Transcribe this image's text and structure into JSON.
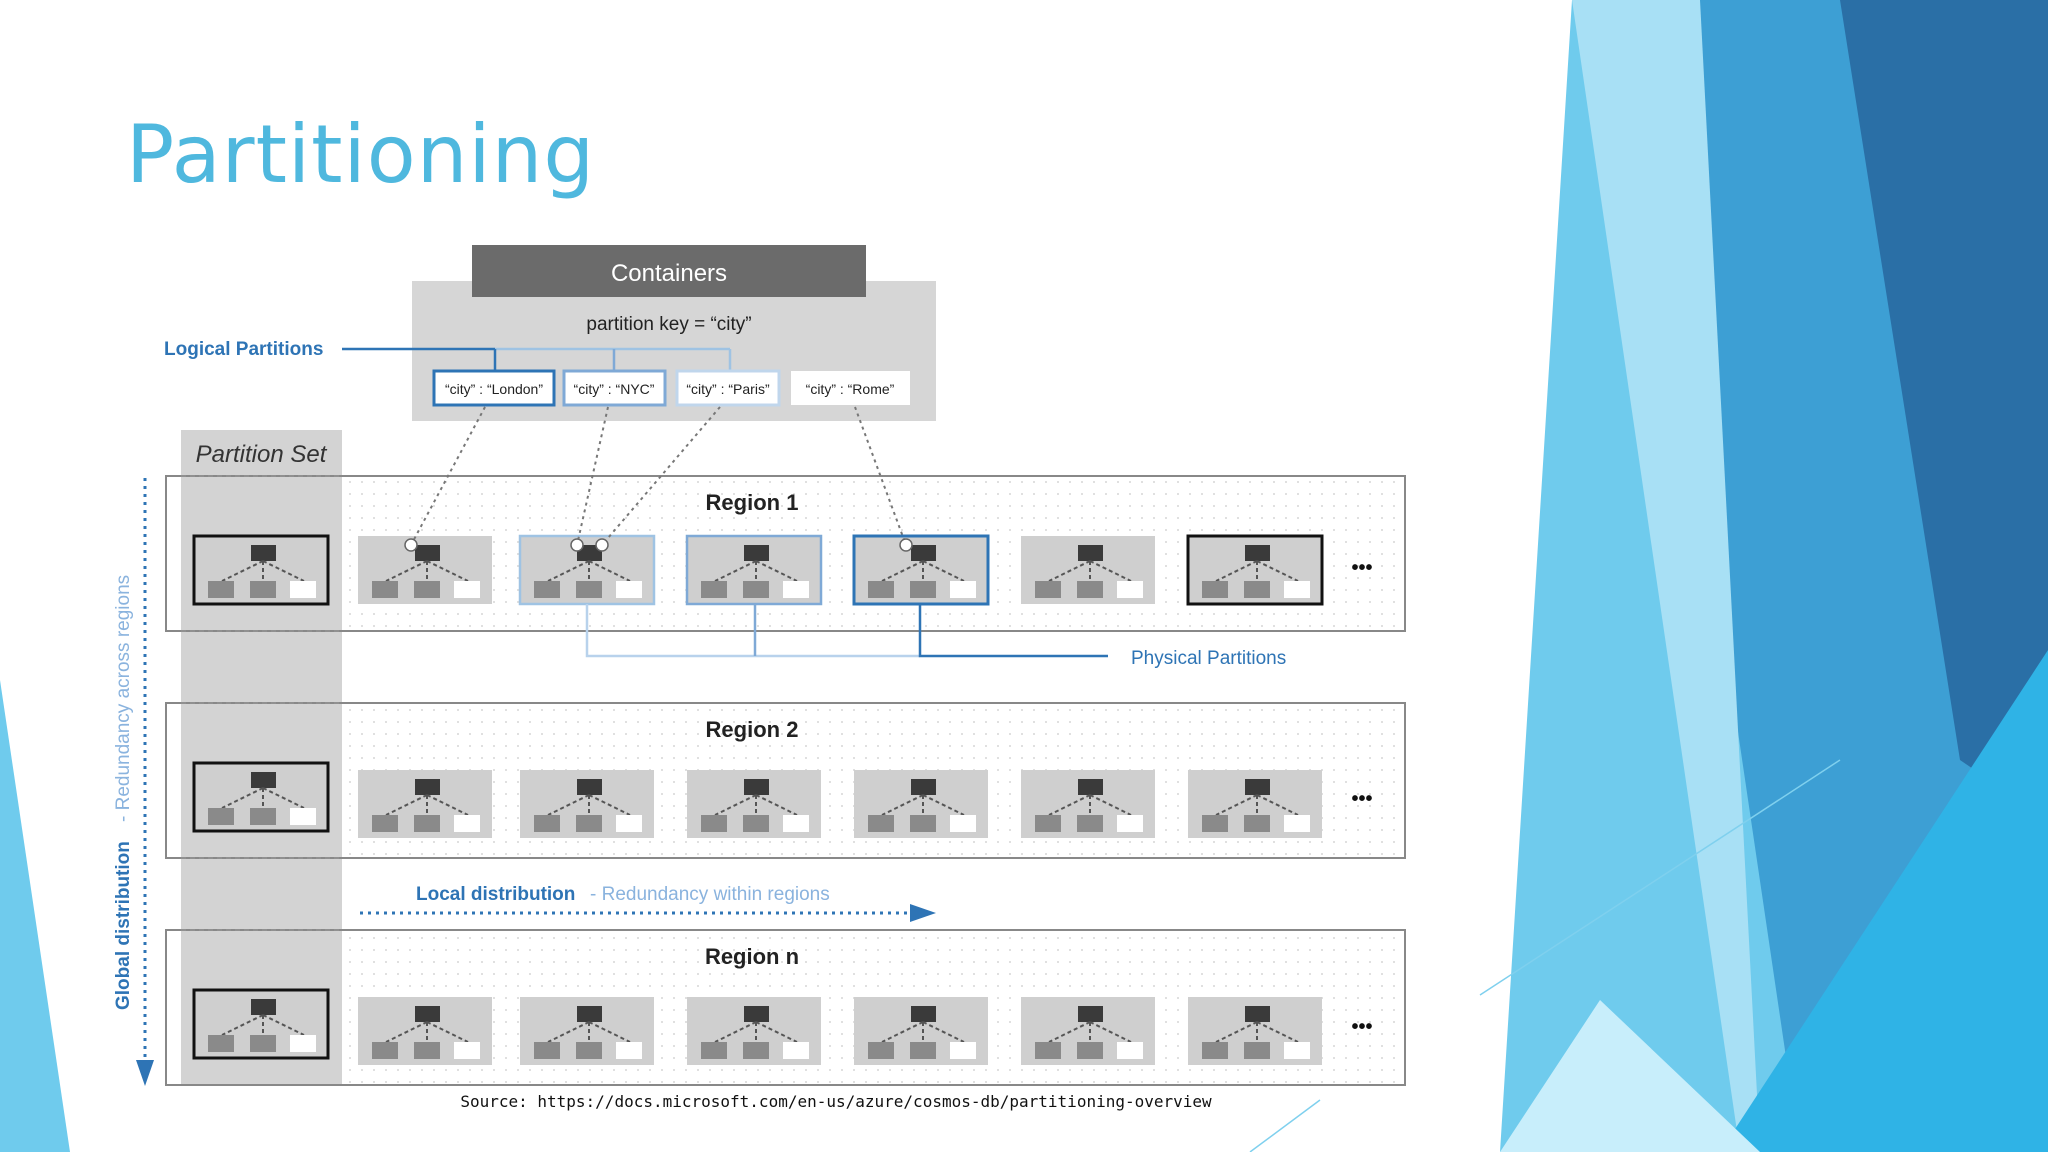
{
  "slide": {
    "title": "Partitioning",
    "source": "Source: https://docs.microsoft.com/en-us/azure/cosmos-db/partitioning-overview"
  },
  "diagram": {
    "container_title": "Containers",
    "partition_key": "partition key = “city”",
    "logical_partitions_label": "Logical Partitions",
    "logical_partitions": [
      "“city” : “London”",
      "“city” : “NYC”",
      "“city” : “Paris”",
      "“city” : “Rome”"
    ],
    "partition_set_label": "Partition Set",
    "regions": [
      "Region 1",
      "Region 2",
      "Region n"
    ],
    "physical_partitions_label": "Physical Partitions",
    "global_distribution_label": "Global distribution",
    "global_distribution_desc": "- Redundancy across regions",
    "local_distribution_label": "Local distribution",
    "local_distribution_desc": "- Redundancy within regions",
    "more_indicator": "•••"
  },
  "colors": {
    "title": "#4fb8de",
    "accent_blue": "#2e74b5",
    "light_blue": "#9fc3e3",
    "container_dark": "#6b6b6b",
    "container_light": "#d3d3d3"
  }
}
